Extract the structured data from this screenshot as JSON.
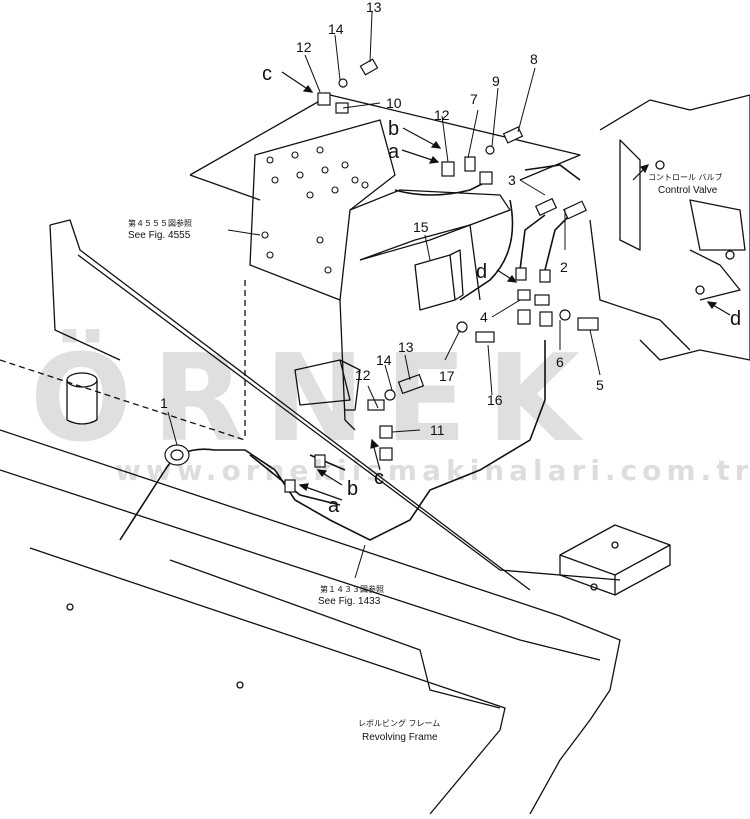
{
  "callouts": {
    "n1": "1",
    "n2": "2",
    "n3": "3",
    "n4": "4",
    "n5": "5",
    "n6": "6",
    "n7": "7",
    "n8": "8",
    "n9": "9",
    "n10": "10",
    "n11": "11",
    "n12a": "12",
    "n12b": "12",
    "n12c": "12",
    "n13a": "13",
    "n13b": "13",
    "n14a": "14",
    "n14b": "14",
    "n15": "15",
    "n16": "16",
    "n17": "17"
  },
  "letters": {
    "a1": "a",
    "a2": "a",
    "b1": "b",
    "b2": "b",
    "c1": "c",
    "c2": "c",
    "d1": "d",
    "d2": "d"
  },
  "captions": {
    "fig4555_jp": "第４５５５図参照",
    "fig4555_en": "See Fig. 4555",
    "fig1433_jp": "第１４３３図参照",
    "fig1433_en": "See Fig. 1433",
    "control_valve_jp": "コントロール バルブ",
    "control_valve_en": "Control Valve",
    "revolving_frame_jp": "レボルビング フレーム",
    "revolving_frame_en": "Revolving Frame"
  },
  "watermark": {
    "brand": "ÖRNEK",
    "url": "www.ornekiismakinalari.com.tr",
    "accent_color": "#f2c200"
  }
}
